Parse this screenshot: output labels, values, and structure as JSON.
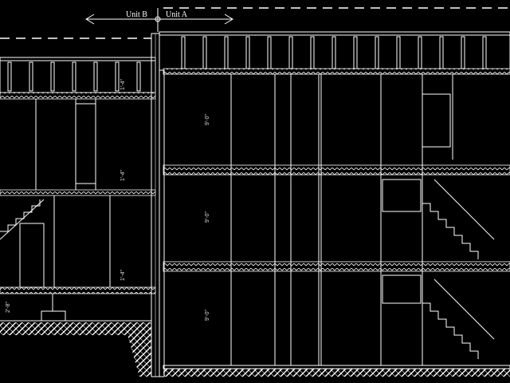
{
  "drawing": {
    "units": {
      "left": "Unit B",
      "right": "Unit A"
    },
    "dimensions": {
      "right_floor_heights": [
        "9'-0\"",
        "9'-0\"",
        "9'-0\""
      ],
      "left_offsets": [
        "1'-4\"",
        "1'-4\"",
        "1'-4\"",
        "2'-8\""
      ]
    },
    "colors": {
      "background": "#000000",
      "lines": "#ffffff"
    }
  }
}
